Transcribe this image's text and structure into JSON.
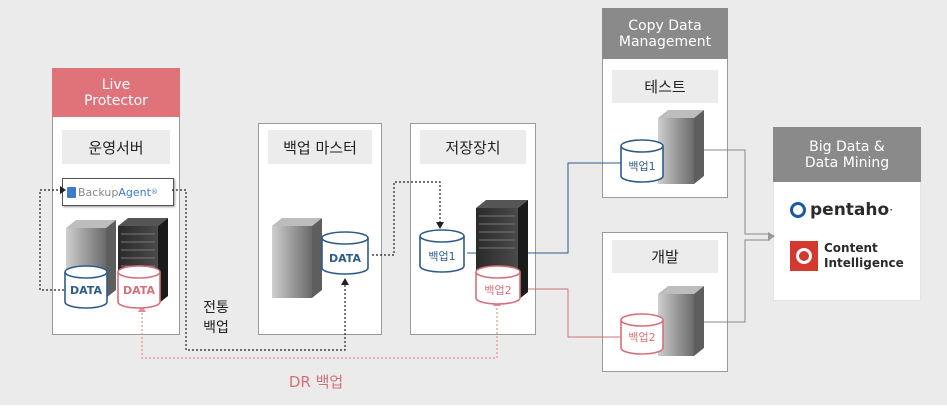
{
  "live_protector": {
    "header": [
      "Live",
      "Protector"
    ],
    "label": "운영서버",
    "agent_text_1": "Backup",
    "agent_text_2": "Agent",
    "agent_sup": "®",
    "disk1": "DATA",
    "disk2": "DATA"
  },
  "traditional_backup": [
    "전통",
    "백업"
  ],
  "backup_master": {
    "label": "백업 마스터",
    "disk": "DATA"
  },
  "storage": {
    "label": "저장장치",
    "disk1": "백업1",
    "disk2": "백업2"
  },
  "copy_data": {
    "header": [
      "Copy Data",
      "Management"
    ],
    "label": "테스트",
    "disk": "백업1"
  },
  "dev": {
    "label": "개발",
    "disk": "백업2"
  },
  "dr_backup": "DR 백업",
  "big_data": {
    "header": [
      "Big Data &",
      "Data Mining"
    ],
    "pentaho": "pentaho",
    "pentaho_dot": "·",
    "ci_line1": "Content",
    "ci_line2": "Intelligence"
  },
  "colors": {
    "red_header": "#e0737a",
    "gray_header": "#8a8a8a",
    "blue": "#2f5b8a",
    "red": "#d5707a"
  }
}
